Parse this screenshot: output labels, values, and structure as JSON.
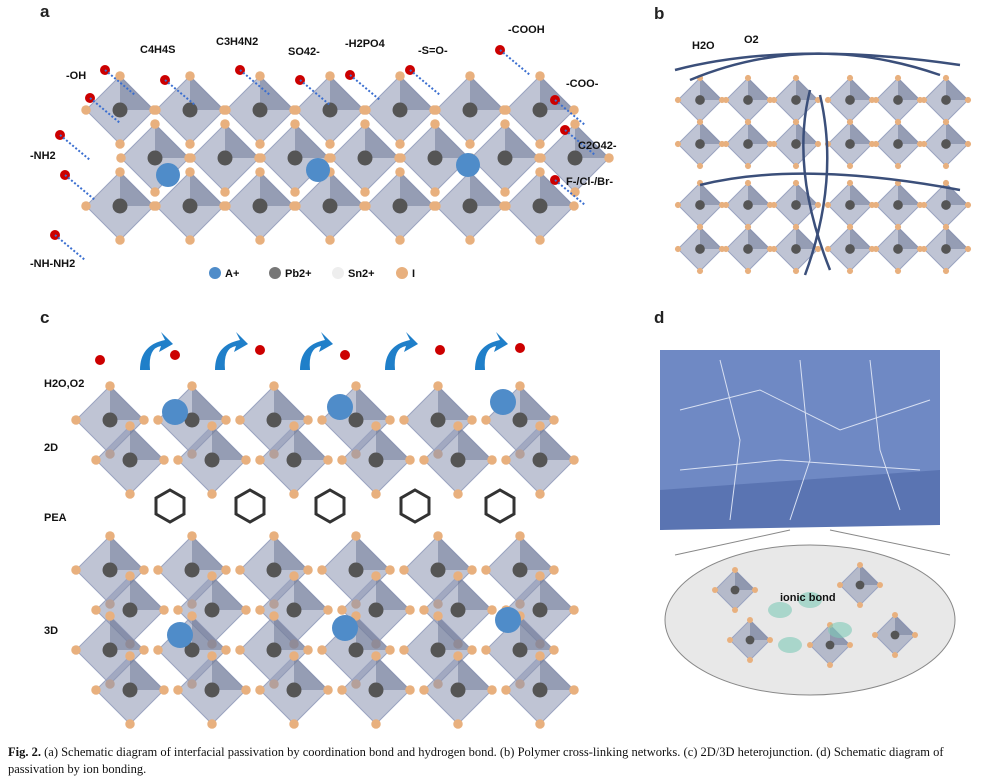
{
  "panels": {
    "a": {
      "letter": "a",
      "labels": [
        "-OH",
        "C4H4S",
        "C3H4N2",
        "SO42-",
        "-H2PO4",
        "-S=O-",
        "-COOH",
        "-COO-",
        "C2O42-",
        "-NH2",
        "-NH-NH2",
        "F-/Cl-/Br-"
      ],
      "legend": [
        "A+",
        "Pb2+",
        "Sn2+",
        "I"
      ]
    },
    "b": {
      "letter": "b",
      "labels": [
        "H2O",
        "O2"
      ]
    },
    "c": {
      "letter": "c",
      "labels": [
        "H2O,O2",
        "2D",
        "PEA",
        "3D"
      ]
    },
    "d": {
      "letter": "d",
      "labels": [
        "ionic bond"
      ]
    }
  },
  "caption": {
    "fig": "Fig. 2.",
    "text": "(a) Schematic diagram of interfacial passivation by coordination bond and hydrogen bond. (b) Polymer cross-linking networks. (c) 2D/3D heterojunction. (d) Schematic diagram of passivation by ion bonding."
  },
  "colors": {
    "octa": "#8a93b0",
    "iodide": "#e8b07e",
    "acation": "#4f8cc9",
    "pb": "#555",
    "arrow": "#1f7fc9",
    "slab": "#6f89c4"
  }
}
